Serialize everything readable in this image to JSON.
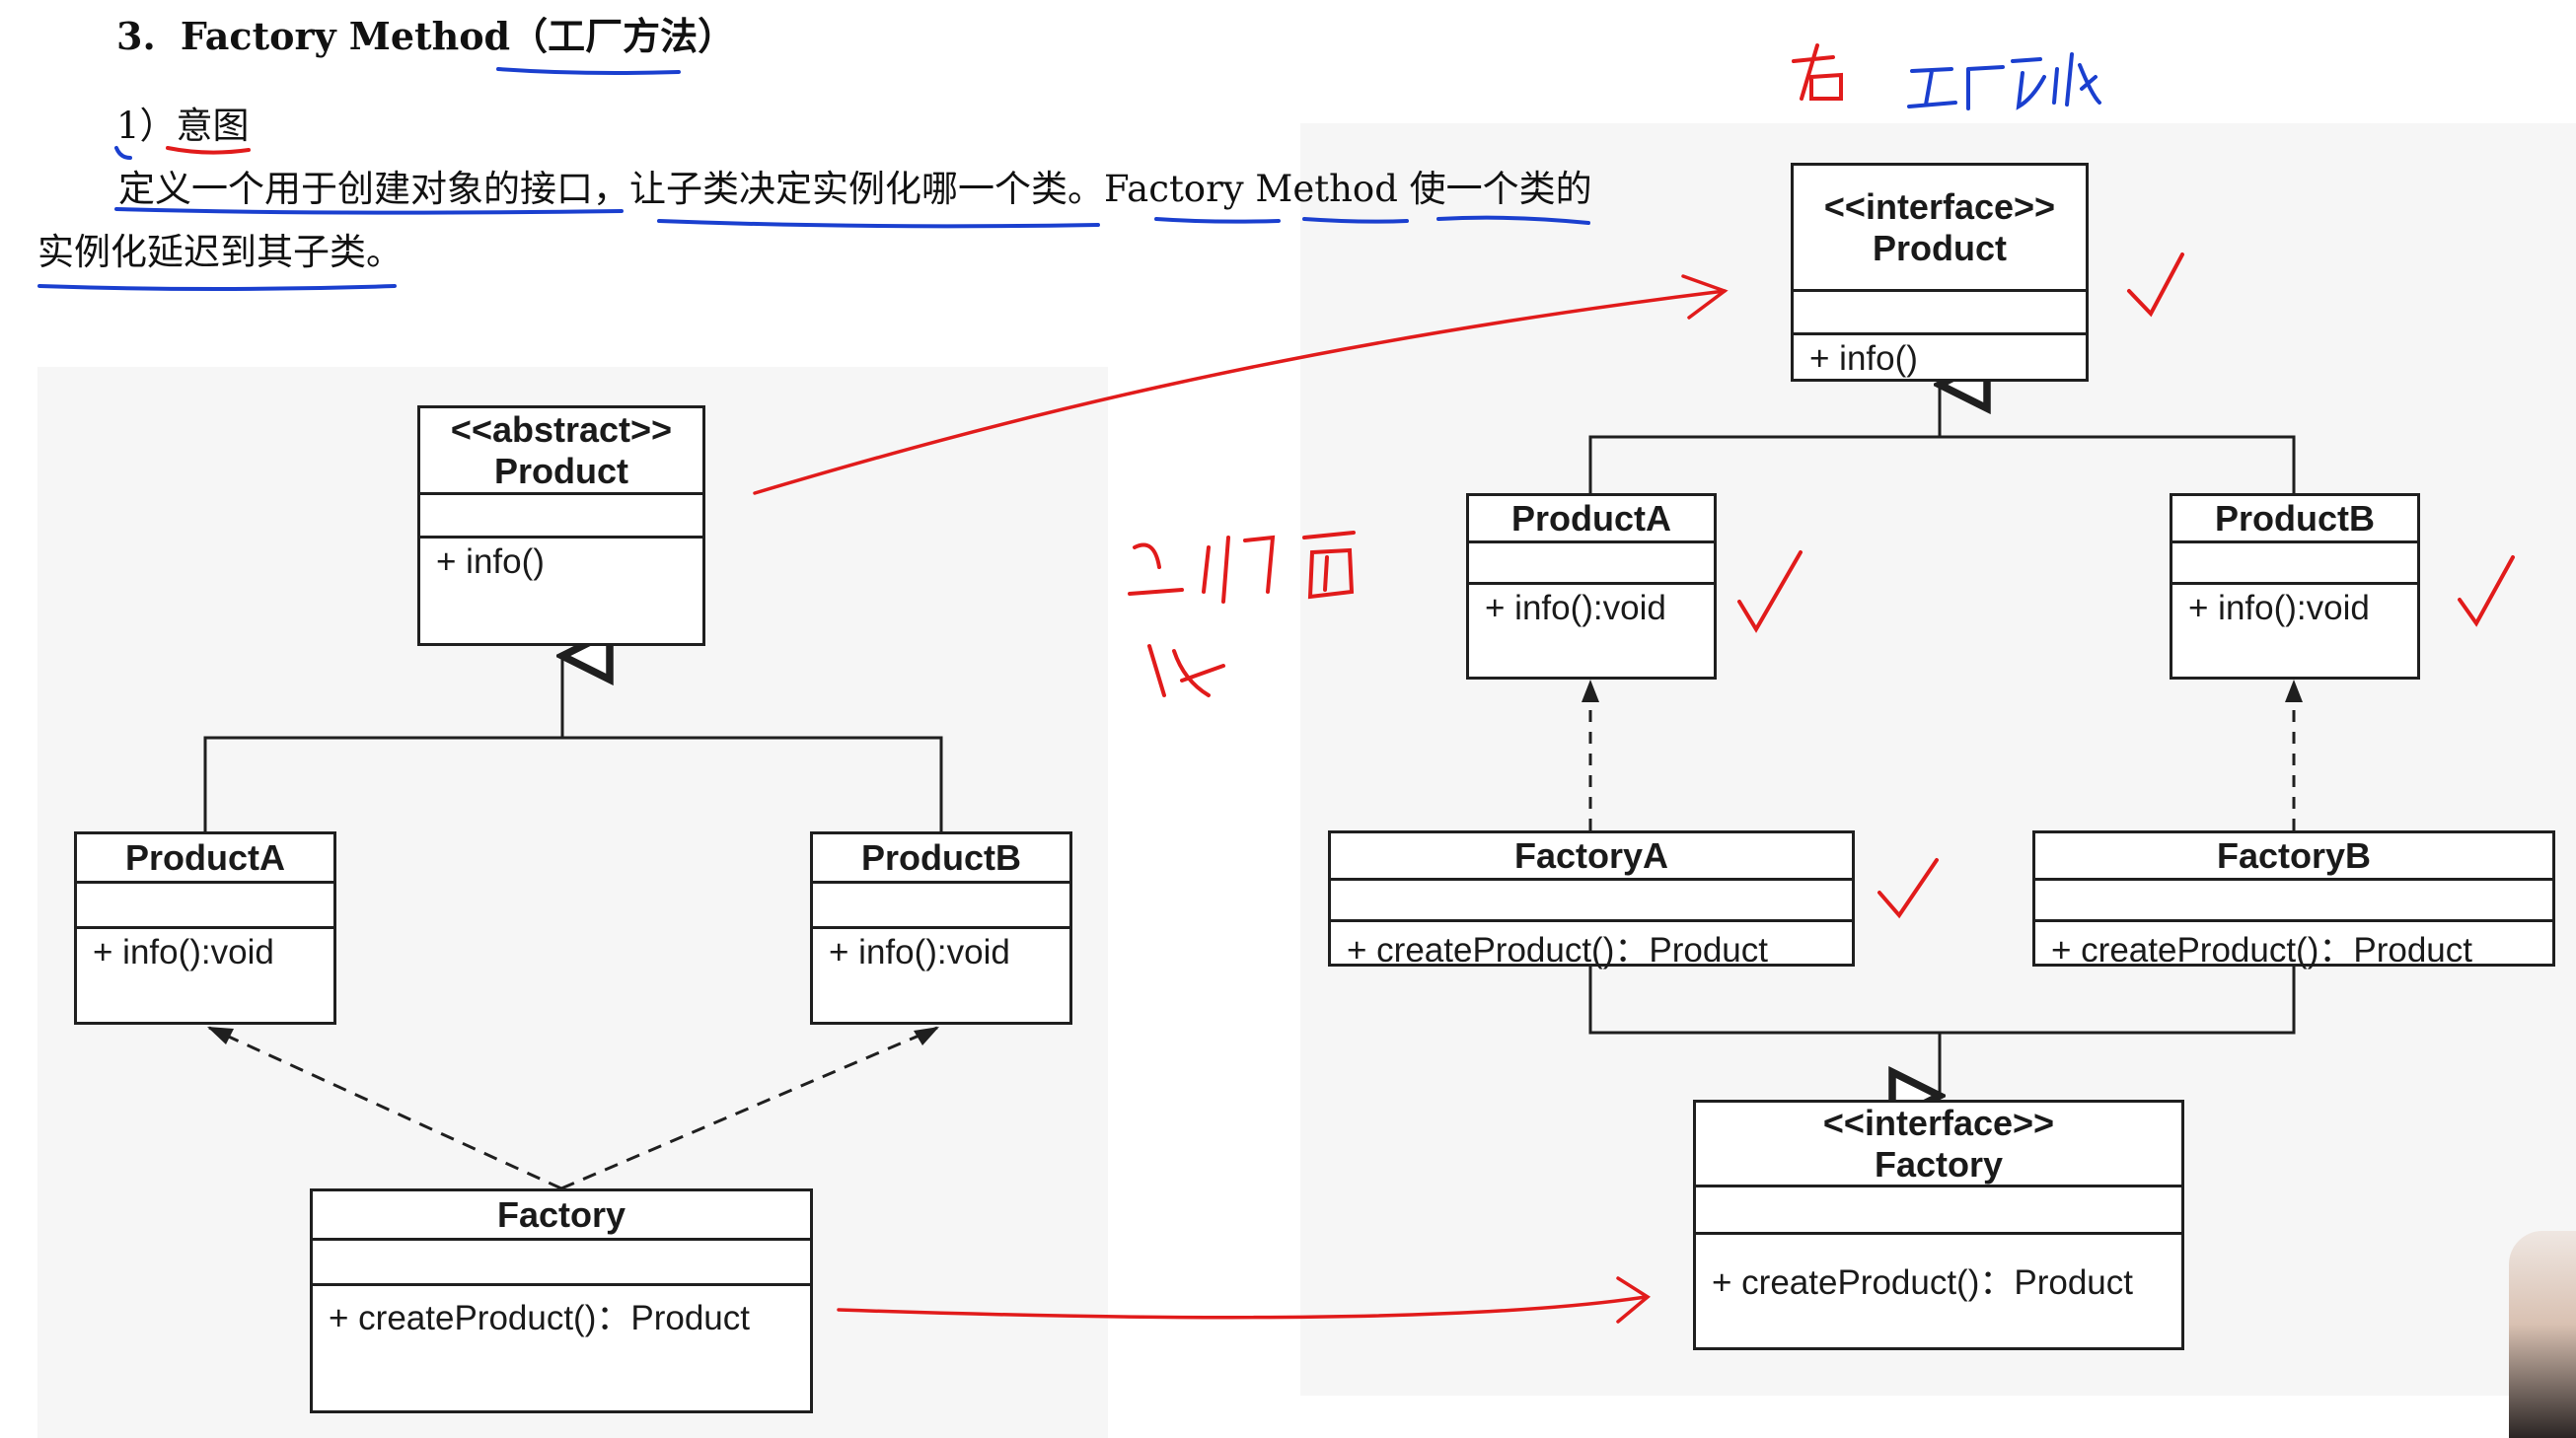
{
  "section": {
    "number": "3.",
    "title": "Factory Method",
    "title_cn": "（工厂方法）"
  },
  "intent": {
    "label": "1）意图",
    "line1": "定义一个用于创建对象的接口，让子类决定实例化哪一个类。Factory Method 使一个类的",
    "line2": "实例化延迟到其子类。"
  },
  "left_diagram": {
    "product": {
      "stereotype": "<<abstract>>",
      "name": "Product",
      "operation": "+ info()"
    },
    "product_a": {
      "name": "ProductA",
      "operation": "+ info():void"
    },
    "product_b": {
      "name": "ProductB",
      "operation": "+ info():void"
    },
    "factory": {
      "name": "Factory",
      "operation": "+ createProduct()：Product"
    }
  },
  "right_diagram": {
    "product": {
      "stereotype": "<<interface>>",
      "name": "Product",
      "operation": "+ info()"
    },
    "product_a": {
      "name": "ProductA",
      "operation": "+ info():void"
    },
    "product_b": {
      "name": "ProductB",
      "operation": "+ info():void"
    },
    "factory_a": {
      "name": "FactoryA",
      "operation": "+ createProduct()：Product"
    },
    "factory_b": {
      "name": "FactoryB",
      "operation": "+ createProduct()：Product"
    },
    "factory": {
      "stereotype": "<<interface>>",
      "name": "Factory",
      "operation": "+ createProduct()：Product"
    }
  },
  "annotation_colors": {
    "blue": "#1a3fcf",
    "red": "#e11b1b"
  }
}
